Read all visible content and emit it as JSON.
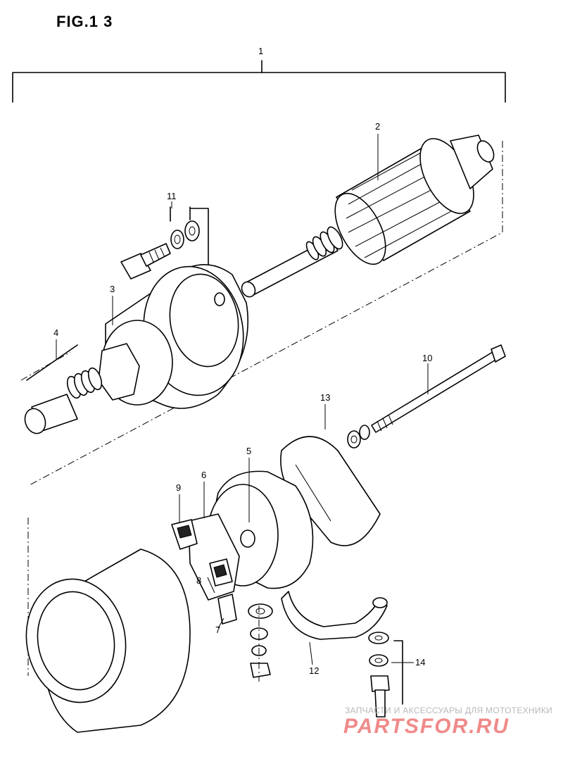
{
  "figure": {
    "title": "FIG.1 3"
  },
  "callouts": {
    "c1": "1",
    "c2": "2",
    "c3": "3",
    "c4": "4",
    "c5": "5",
    "c6": "6",
    "c7": "7",
    "c8": "8",
    "c9": "9",
    "c10": "10",
    "c11": "11",
    "c12": "12",
    "c13": "13",
    "c14": "14"
  },
  "watermark": {
    "tagline": "ЗАПЧАСТИ И АКСЕССУАРЫ ДЛЯ МОТОТЕХНИКИ",
    "brand": "PARTSFOR.RU",
    "brand_color": "#f08a8a"
  }
}
